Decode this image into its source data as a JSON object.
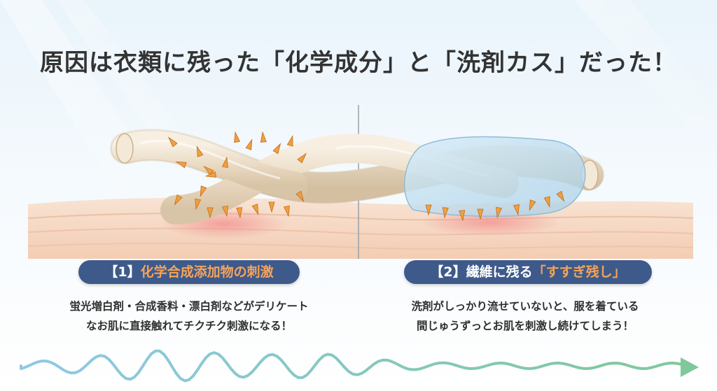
{
  "title": "原因は衣類に残った「化学成分」と「洗剤カス」だった！",
  "panels": [
    {
      "badge_num": "【1】",
      "badge_label": "化学合成添加物の刺激",
      "desc_lines": [
        "蛍光増白剤・合成香料・漂白剤などがデリケート",
        "なお肌に直接触れてチクチク刺激になる！"
      ]
    },
    {
      "badge_num": "【2】",
      "badge_label_plain": "繊維に残る",
      "badge_label_highlight": "「すすぎ残し」",
      "desc_lines": [
        "洗剤がしっかり流せていないと、服を着ている",
        "間じゅうずっとお肌を刺激し続けてしまう！"
      ]
    }
  ],
  "colors": {
    "badge_bg": "#3e5a8a",
    "highlight": "#f5a35b",
    "spike": "#f0a040",
    "fiber": "#ede0cc",
    "skin": "#f6d9c4",
    "wave_start": "#8ec9e6",
    "wave_end": "#7fc89a"
  }
}
